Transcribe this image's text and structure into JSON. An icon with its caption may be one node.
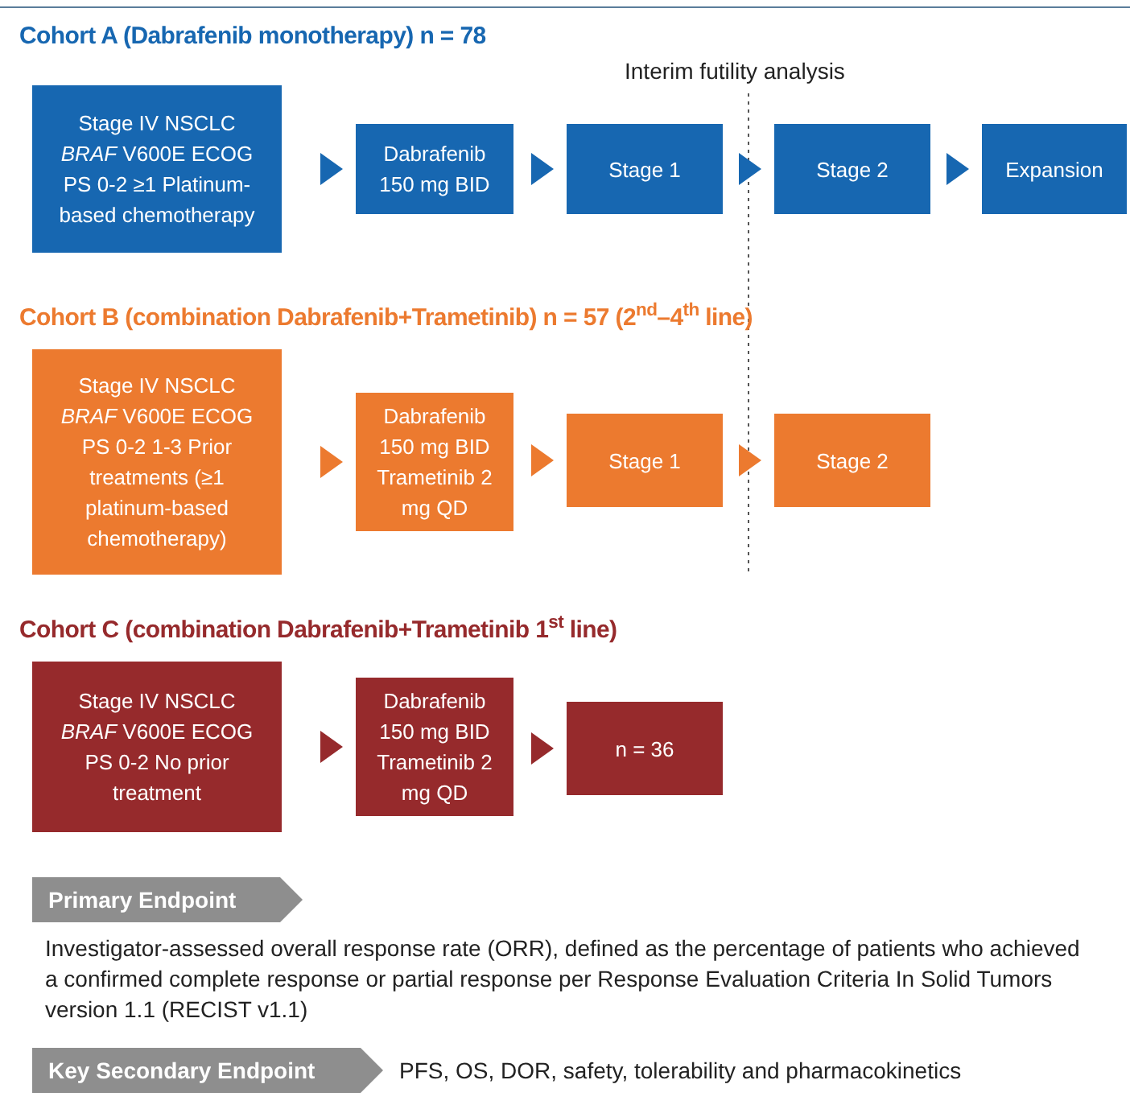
{
  "diagram": {
    "nodes": [
      {
        "text": [
          "Stage IV NSCLC *BRAF* V600E ECOG PS 0-2 ≥1 Platinum-based chemotherapy"
        ]
      },
      {
        "text": [
          "Dabrafenib 150 mg BID"
        ]
      },
      {
        "text": [
          "Stage 1"
        ]
      },
      {
        "text": [
          "Stage 2"
        ]
      },
      {
        "text": [
          "Expansion"
        ]
      },
      {
        "text": [
          "Stage IV NSCLC *BRAF* V600E ECOG PS 0-2 1-3 Prior treatments (≥1 platinum-based chemotherapy)"
        ]
      },
      {
        "text": [
          "Dabrafenib 150 mg BID Trametinib 2 mg QD"
        ]
      },
      {
        "text": [
          "Stage 1"
        ]
      },
      {
        "text": [
          "Stage 2"
        ]
      },
      {
        "text": [
          "Stage IV NSCLC *BRAF* V600E ECOG PS 0-2 No prior treatment"
        ]
      },
      {
        "text": [
          "Dabrafenib 150 mg BID Trametinib 2 mg QD"
        ]
      },
      {
        "text": [
          "n = 36"
        ]
      },
      {
        "text": [
          "Primary Endpoint"
        ],
        "beside": [
          "Investigator-assessed overall response rate (ORR), defined as the percentage of patients who achieved a confirmed complete response or partial response per Response Evaluation Criteria In Solid Tumors version 1.1 (RECIST v1.1)"
        ]
      },
      {
        "text": [
          "Key Secondary Endpoint"
        ],
        "beside": [
          "PFS, OS, DOR, safety, tolerability and pharmacokinetics"
        ]
      }
    ],
    "edges": [
      {
        "from": 0,
        "to": 1,
        "arrow": "to"
      },
      {
        "from": 1,
        "to": 2,
        "arrow": "to"
      },
      {
        "from": 2,
        "to": 3,
        "arrow": "to"
      },
      {
        "from": 3,
        "to": 4,
        "arrow": "to"
      },
      {
        "from": 5,
        "to": 6,
        "arrow": "to",
        "color": "#ec7a2f"
      },
      {
        "from": 6,
        "to": 7,
        "arrow": "to",
        "color": "#ec7a2f"
      },
      {
        "from": 7,
        "to": 8,
        "arrow": "to",
        "color": "#ec7a2f"
      },
      {
        "from": 9,
        "to": 10,
        "arrow": "to",
        "color": "#962a2c"
      },
      {
        "from": 10,
        "to": 11,
        "arrow": "to",
        "color": "#962a2c"
      }
    ],
    "labels": [
      "Cohort A (Dabrafenib monotherapy) n = 78",
      "Interim futility analysis",
      "Cohort B (combination Dabrafenib+Trametinib) n = 57 (2$^{nd}$–4$^{th}$ line)",
      "Cohort C (combination Dabrafenib+Trametinib 1$^{st}$ line)"
    ]
  }
}
